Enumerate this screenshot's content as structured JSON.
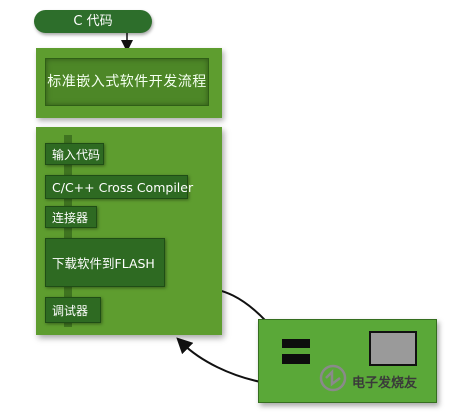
{
  "diagram": {
    "top_node": "C 代码",
    "standard_flow_label": "标准嵌入式软件开发流程",
    "steps": [
      "输入代码",
      "C/C++ Cross Compiler",
      "连接器",
      "下载软件到FLASH",
      "调试器"
    ]
  },
  "watermark": {
    "text": "电子发烧友"
  },
  "colors": {
    "panel": "#5e9d2f",
    "step_box": "#2e6a22",
    "pill": "#2d6e2b",
    "board": "#5aa838"
  }
}
